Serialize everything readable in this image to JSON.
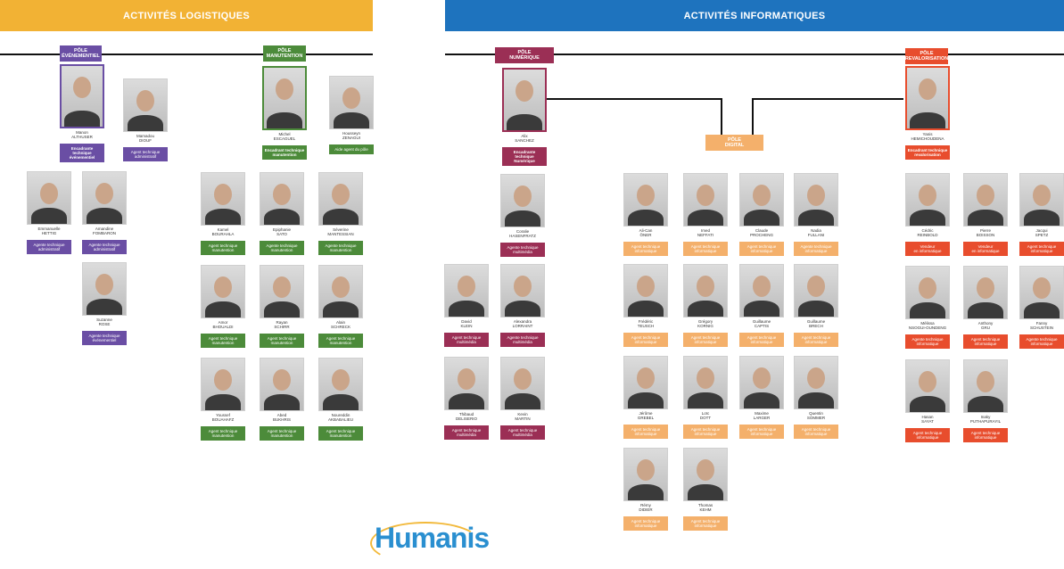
{
  "colors": {
    "logistique": "#f2b234",
    "informatique": "#1e73be",
    "evenementiel": "#6a4ea4",
    "manutention": "#4c8b3a",
    "numerique": "#9b2f55",
    "digital": "#f4b06b",
    "revalorisation": "#e84d2d"
  },
  "banners": {
    "logistique": "ACTIVITÉS LOGISTIQUES",
    "informatique": "ACTIVITÉS INFORMATIQUES"
  },
  "poles": {
    "evenementiel": "PÔLE\nÉVÉNEMENTIEL",
    "manutention": "PÔLE\nMANUTENTION",
    "numerique": "PÔLE\nNUMÉRIQUE",
    "digital": "PÔLE\nDIGITAL",
    "revalorisation": "PÔLE\nREVALORISATION"
  },
  "people": [
    {
      "name": "Manon\nALTHUSER",
      "role": "Encadrante technique\névénementiel",
      "group": "evenementiel",
      "lead": true
    },
    {
      "name": "Mamadou\nDIOUF",
      "role": "Agent technique\nadministratif",
      "group": "evenementiel"
    },
    {
      "name": "Emmanuelle\nHETTIG",
      "role": "Agente technique\nadministratif",
      "group": "evenementiel"
    },
    {
      "name": "Amandine\nFOMBARON",
      "role": "Agente technique\nadministratif",
      "group": "evenementiel"
    },
    {
      "name": "Suzanne\nROSE",
      "role": "Agente technique\névénementiel",
      "group": "evenementiel"
    },
    {
      "name": "Michel\nESCAGUEL",
      "role": "Encadrant technique\nmanutention",
      "group": "manutention",
      "lead": true
    },
    {
      "name": "Housseyn\nZENAGUI",
      "role": "Aide agent du pôle",
      "group": "manutention"
    },
    {
      "name": "Kamel\nBOURAHLA",
      "role": "Agent technique\nmanutention",
      "group": "manutention"
    },
    {
      "name": "Epiphanie\nSATO",
      "role": "Agente technique\nmanutention",
      "group": "manutention"
    },
    {
      "name": "Séverine\nMANTESSIAN",
      "role": "Agente technique\nmanutention",
      "group": "manutention"
    },
    {
      "name": "Amor\nBHOUALDI",
      "role": "Agent technique\nmanutention",
      "group": "manutention"
    },
    {
      "name": "Rayan\nSCHIRR",
      "role": "Agent technique\nmanutention",
      "group": "manutention"
    },
    {
      "name": "Alain\nSCHRECK",
      "role": "Agent technique\nmanutention",
      "group": "manutention"
    },
    {
      "name": "Youssef\nBOUAHAFZ",
      "role": "Agent technique\nmanutention",
      "group": "manutention"
    },
    {
      "name": "Abed\nBUKHRIS",
      "role": "Agent technique\nmanutention",
      "group": "manutention"
    },
    {
      "name": "Noureddin\nAKBABALIEU",
      "role": "Agent technique\nmanutention",
      "group": "manutention"
    },
    {
      "name": "Alix\nSANCHEZ",
      "role": "Encadrante\ntechnique\nNumérique",
      "group": "numerique",
      "lead": true
    },
    {
      "name": "Coralie\nHASENFRATZ",
      "role": "Agente technique\nmultimédia",
      "group": "numerique"
    },
    {
      "name": "David\nKLEIN",
      "role": "Agent technique\nmultimédia",
      "group": "numerique"
    },
    {
      "name": "Alexandra\nLORRAINT",
      "role": "Agente technique\nmultimédia",
      "group": "numerique"
    },
    {
      "name": "Thibaud\nDELISERIO",
      "role": "Agent technique\nmultimédia",
      "group": "numerique"
    },
    {
      "name": "Kevin\nMARTIN",
      "role": "Agent technique\nmultimédia",
      "group": "numerique"
    },
    {
      "name": "Ali-Can\nÖNER",
      "role": "Agent technique\ninformatique",
      "group": "digital"
    },
    {
      "name": "Imed\nNEFFATI",
      "role": "Agent technique\ninformatique",
      "group": "digital"
    },
    {
      "name": "Claude\nPROCHENG",
      "role": "Agent technique\ninformatique",
      "group": "digital"
    },
    {
      "name": "Nadia\nFULLANI",
      "role": "Agente technique\ninformatique",
      "group": "digital"
    },
    {
      "name": "Frédéric\nTEUSCH",
      "role": "Agent technique\ninformatique",
      "group": "digital"
    },
    {
      "name": "Grégory\nKORNIG",
      "role": "Agent technique\ninformatique",
      "group": "digital"
    },
    {
      "name": "Guillaume\nCAPTIS",
      "role": "Agent technique\ninformatique",
      "group": "digital"
    },
    {
      "name": "Guillaume\nBRECH",
      "role": "Agent technique\ninformatique",
      "group": "digital"
    },
    {
      "name": "Jérôme\nGREBEL",
      "role": "Agent technique\ninformatique",
      "group": "digital"
    },
    {
      "name": "Loïc\nDOTT",
      "role": "Agent technique\ninformatique",
      "group": "digital"
    },
    {
      "name": "Maxime\nLARGER",
      "role": "Agent technique\ninformatique",
      "group": "digital"
    },
    {
      "name": "Quentin\nSOMMER",
      "role": "Agent technique\ninformatique",
      "group": "digital"
    },
    {
      "name": "Rémy\nDIDIER",
      "role": "Agent technique\ninformatique",
      "group": "digital"
    },
    {
      "name": "Thomas\nKEHM",
      "role": "Agent technique\ninformatique",
      "group": "digital"
    },
    {
      "name": "Yanis\nHEMICHOUDENA",
      "role": "Encadrant technique\nrevalorisation",
      "group": "revalorisation",
      "lead": true
    },
    {
      "name": "Cédric\nREINBOLD",
      "role": "Vendeur\nen informatique",
      "group": "revalorisation"
    },
    {
      "name": "Pierre\nBOISSON",
      "role": "Vendeur\nen informatique",
      "group": "revalorisation"
    },
    {
      "name": "Jacqui\nSPETZ",
      "role": "Agent technique\ninformatique",
      "group": "revalorisation"
    },
    {
      "name": "Mélissa\nNSOGUI-OUNDENG",
      "role": "Agente technique\ninformatique",
      "group": "revalorisation"
    },
    {
      "name": "Anthony\nGRU",
      "role": "Agent technique\ninformatique",
      "group": "revalorisation"
    },
    {
      "name": "Fanny\nSCHUSTEIN",
      "role": "Agente technique\ninformatique",
      "group": "revalorisation"
    },
    {
      "name": "Hasan\nSAYAT",
      "role": "Agent technique\ninformatique",
      "group": "revalorisation"
    },
    {
      "name": "Inaky\nPUTHAPURAYIL",
      "role": "Agent technique\ninformatique",
      "group": "revalorisation"
    }
  ],
  "logo": "Humanis"
}
